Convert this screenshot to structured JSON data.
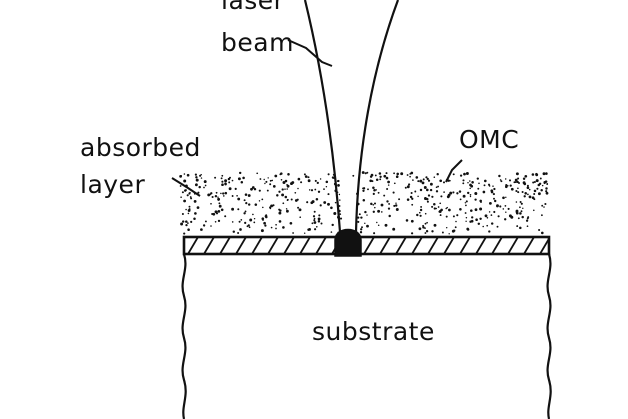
{
  "labels": {
    "laser": "laser",
    "beam": "beam",
    "absorbed": "absorbed",
    "layer": "layer",
    "omc": "OMC",
    "substrate": "substrate"
  },
  "colors": {
    "ink": "#111111",
    "background": "#ffffff"
  }
}
